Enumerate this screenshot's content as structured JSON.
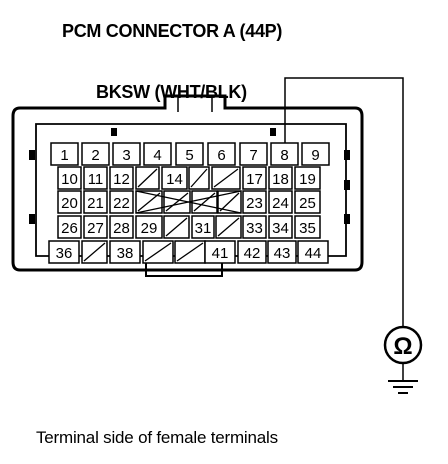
{
  "title": "PCM CONNECTOR A (44P)",
  "wire_label": "BKSW (WHT/BLK)",
  "caption": "Terminal side of female terminals",
  "highlighted_terminal": "8",
  "meter_symbol": "Ω",
  "rows": [
    [
      "1",
      "2",
      "3",
      "4",
      "5",
      "6",
      "7",
      "8",
      "9"
    ],
    [
      "10",
      "11",
      "12",
      "",
      "14",
      "",
      "",
      "17",
      "18",
      "19"
    ],
    [
      "20",
      "21",
      "22",
      "",
      "",
      "",
      "",
      "23",
      "24",
      "25"
    ],
    [
      "26",
      "27",
      "28",
      "29",
      "",
      "31",
      "",
      "33",
      "34",
      "35"
    ],
    [
      "36",
      "",
      "38",
      "",
      "",
      "41",
      "42",
      "43",
      "44"
    ]
  ]
}
